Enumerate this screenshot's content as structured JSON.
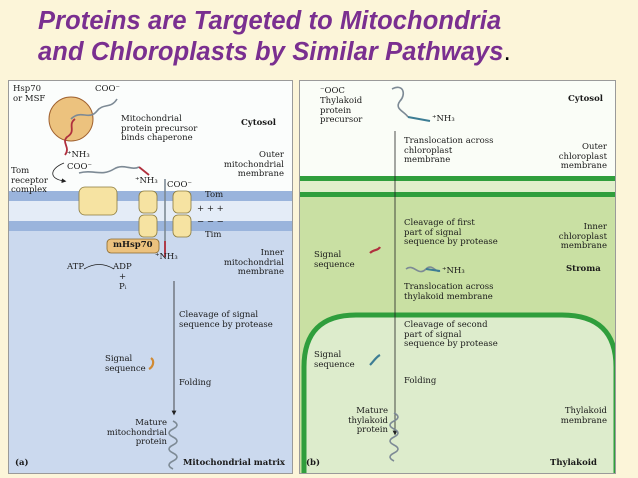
{
  "title": {
    "line1": "Proteins are Targeted to Mitochondria",
    "line2": "and Chloroplasts by Similar Pathways",
    "period": "."
  },
  "panel_a": {
    "hsp70": "Hsp70\nor MSF",
    "coo_top": "COO⁻",
    "precursor": "Mitochondrial\nprotein precursor\nbinds chaperone",
    "cytosol": "Cytosol",
    "nh3_left": "⁺NH₃",
    "coo_left": "COO⁻",
    "nh3_mid": "⁺NH₃",
    "tom_receptor": "Tom\nreceptor\ncomplex",
    "outer_membrane": "Outer\nmitochondrial\nmembrane",
    "coo_tom": "COO⁻",
    "tom": "Tom",
    "plus": "+ + +",
    "minus": "− − −",
    "tim": "Tim",
    "mhsp70": "mHsp70",
    "atp": "ATP",
    "adp": "ADP",
    "pi": "+\nPᵢ",
    "nh3_low": "⁺NH₃",
    "inner_membrane": "Inner\nmitochondrial\nmembrane",
    "cleavage": "Cleavage of signal\nsequence by protease",
    "signal": "Signal\nsequence",
    "folding": "Folding",
    "mature": "Mature\nmitochondrial\nprotein",
    "panel_letter": "(a)",
    "matrix": "Mitochondrial matrix"
  },
  "panel_b": {
    "ooc": "⁻OOC",
    "precursor": "Thylakoid\nprotein\nprecursor",
    "cytosol": "Cytosol",
    "nh3_top": "⁺NH₃",
    "translocation_chloro": "Translocation across\nchloroplast\nmembrane",
    "outer_membrane": "Outer\nchloroplast\nmembrane",
    "cleavage_first": "Cleavage of first\npart of signal\nsequence by protease",
    "inner_membrane": "Inner\nchloroplast\nmembrane",
    "signal_1": "Signal\nsequence",
    "nh3_mid": "⁺NH₃",
    "stroma": "Stroma",
    "translocation_thyl": "Translocation across\nthylakoid membrane",
    "cleavage_second": "Cleavage of second\npart of signal\nsequence by protease",
    "signal_2": "Signal\nsequence",
    "folding": "Folding",
    "mature": "Mature\nthylakoid\nprotein",
    "thyl_membrane": "Thylakoid\nmembrane",
    "panel_letter": "(b)",
    "thylakoid": "Thylakoid"
  },
  "colors": {
    "title": "#7a2f90",
    "background": "#fcf5d9",
    "matrix_fill": "#cbd9ee",
    "membrane_blue": "#9ab4dc",
    "stroma_fill": "#c9e0a3",
    "membrane_green": "#2f9e3c",
    "chaperone_fill": "#ecc27e",
    "transporter_fill": "#f6e3a2",
    "signal_red": "#b0303e",
    "protein_teal": "#3d7d94"
  }
}
